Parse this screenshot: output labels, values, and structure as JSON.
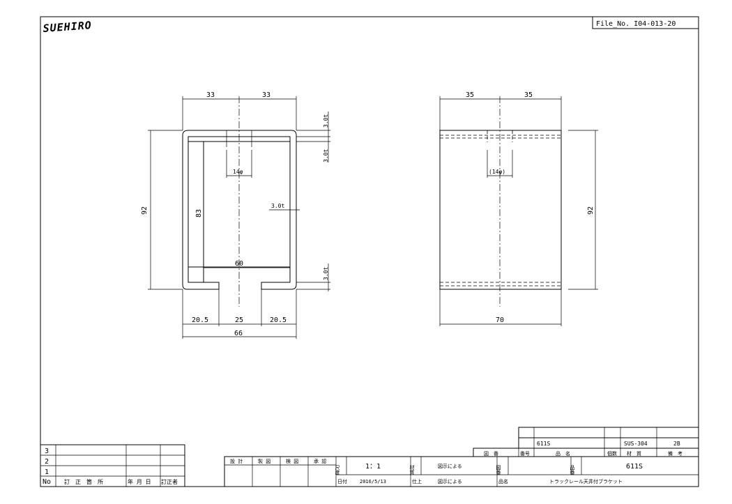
{
  "logo": {
    "text": "SUEHIRO"
  },
  "file_no": "File_No.  I04-013-20",
  "left_view": {
    "dim_top_left": "33",
    "dim_top_right": "33",
    "dim_height_outer": "92",
    "dim_height_inner": "83",
    "dim_inner_width": "60",
    "dim_hole": "14φ",
    "dim_thick_top": "3.0t",
    "dim_thick_top2": "3.0t",
    "dim_thick_side": "3.0t",
    "dim_thick_bottom": "3.0t",
    "dim_bottom_left": "20.5",
    "dim_bottom_mid": "25",
    "dim_bottom_right": "20.5",
    "dim_total_width": "66"
  },
  "right_view": {
    "dim_top_left": "35",
    "dim_top_right": "35",
    "dim_hole": "(14φ)",
    "dim_height": "92",
    "dim_total_width": "70"
  },
  "revision_table": {
    "rows": [
      "3",
      "2",
      "1"
    ],
    "headers": {
      "no": "No",
      "location": "訂　正　箇　所",
      "date": "年 月 日",
      "by": "訂正者"
    }
  },
  "approval_labels": {
    "design": "設 計",
    "drawn": "製 図",
    "check": "検 図",
    "approve": "承 認"
  },
  "parts_list": {
    "row": {
      "part_name": "611S",
      "material": "SUS-304",
      "remarks": "2B"
    },
    "headers": {
      "drawing_no": "図　番",
      "number": "番号",
      "part_name": "品　名",
      "qty": "個数",
      "material": "材　質",
      "remarks": "備　考"
    }
  },
  "title_block": {
    "scale_label": "尺度",
    "scale_value": "1：1",
    "date_label": "日付",
    "date_value": "2016/5/13",
    "material_label": "材質",
    "material_value": "図示による",
    "finish_label": "仕上",
    "finish_value": "図示による",
    "drawing_no_label": "図番",
    "product_no_label": "品番",
    "product_no_value": "611S",
    "product_name_label": "品名",
    "product_name_value": "トラックレール天井付ブラケット"
  }
}
